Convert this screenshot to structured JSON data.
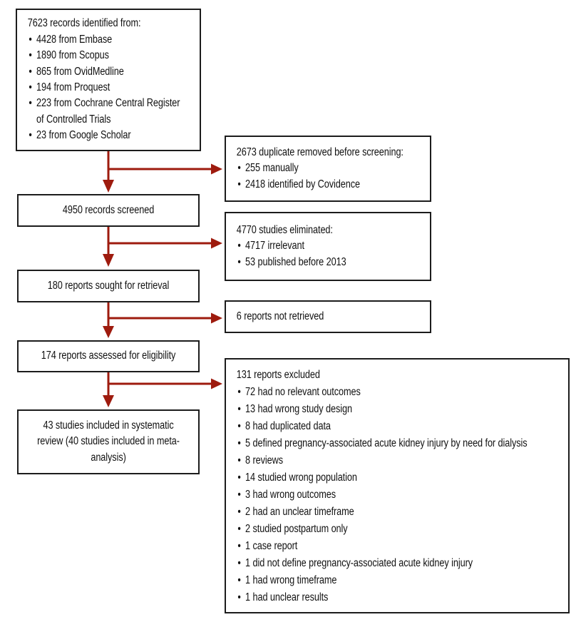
{
  "colors": {
    "arrow": "#9e1b0e",
    "box_border": "#1c1c1c",
    "text": "#111111",
    "background": "#ffffff"
  },
  "flow": {
    "identified": {
      "title": "7623 records identified from:",
      "items": [
        "4428 from Embase",
        "1890 from Scopus",
        "865 from OvidMedline",
        "194 from Proquest",
        "223 from Cochrane Central Register of Controlled Trials",
        "23 from Google Scholar"
      ]
    },
    "duplicates": {
      "title": "2673 duplicate removed before screening:",
      "items": [
        "255 manually",
        "2418 identified by Covidence"
      ]
    },
    "screened": {
      "text": "4950 records screened"
    },
    "eliminated": {
      "title": "4770 studies eliminated:",
      "items": [
        "4717 irrelevant",
        "53 published before 2013"
      ]
    },
    "sought": {
      "text": "180 reports sought for retrieval"
    },
    "not_retrieved": {
      "title": "6 reports not retrieved"
    },
    "assessed": {
      "text": "174 reports assessed for eligibility"
    },
    "excluded": {
      "title": "131 reports excluded",
      "items": [
        "72 had no relevant outcomes",
        "13 had wrong study design",
        "8 had duplicated data",
        "5 defined pregnancy-associated acute kidney injury by need for dialysis",
        "8 reviews",
        "14 studied wrong population",
        "3 had wrong outcomes",
        "2 had an unclear timeframe",
        "2 studied postpartum only",
        "1 case report",
        "1 did not define pregnancy-associated acute kidney injury",
        "1 had wrong timeframe",
        "1 had unclear results"
      ]
    },
    "included": {
      "text": "43 studies included in systematic review (40 studies included in meta-analysis)"
    }
  }
}
